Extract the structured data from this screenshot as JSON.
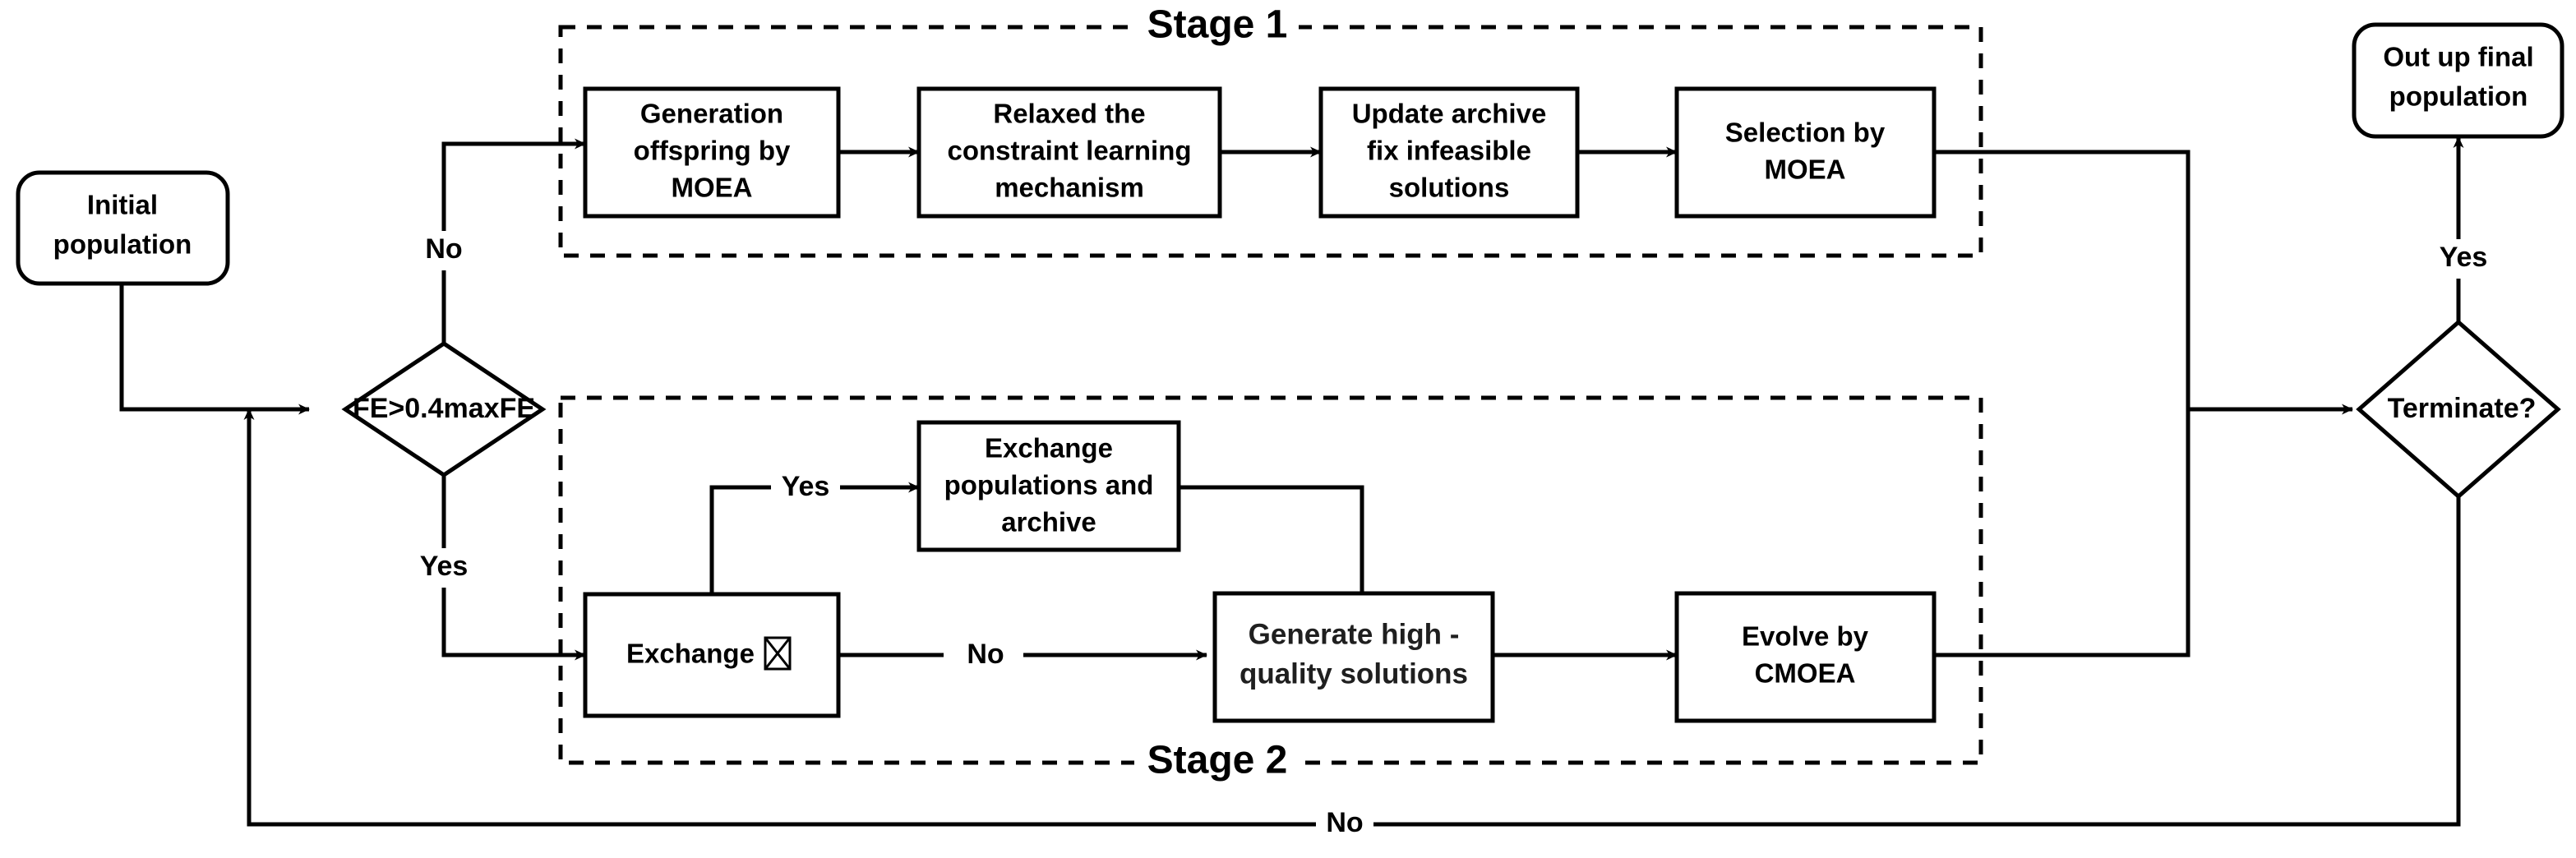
{
  "diagram": {
    "title": "Two-stage constrained multi-objective evolutionary algorithm flowchart",
    "type": "flowchart",
    "background_color": "#ffffff",
    "line_color": "#000000"
  },
  "stages": {
    "stage1": {
      "label": "Stage 1"
    },
    "stage2": {
      "label": "Stage 2"
    }
  },
  "nodes": {
    "initial_population": {
      "label_line1": "Initial",
      "label_line2": "population",
      "shape": "rounded-rect"
    },
    "decision_fe": {
      "label": "FE>0.4maxFE",
      "shape": "diamond"
    },
    "generation_offspring": {
      "label_line1": "Generation",
      "label_line2": "offspring by",
      "label_line3": "MOEA",
      "shape": "rect"
    },
    "relaxed_constraint": {
      "label_line1": "Relaxed the",
      "label_line2": "constraint learning",
      "label_line3": "mechanism",
      "shape": "rect"
    },
    "update_archive": {
      "label_line1": "Update archive",
      "label_line2": "fix infeasible",
      "label_line3": "solutions",
      "shape": "rect"
    },
    "selection_moea": {
      "label_line1": "Selection by",
      "label_line2": "MOEA",
      "shape": "rect"
    },
    "exchange_decision": {
      "label": "Exchange",
      "glyph": "missing-glyph-box",
      "shape": "rect"
    },
    "exchange_populations": {
      "label_line1": "Exchange",
      "label_line2": "populations and",
      "label_line3": "archive",
      "shape": "rect"
    },
    "generate_high_quality": {
      "label_line1": "Generate high -",
      "label_line2": "quality solutions",
      "shape": "rect"
    },
    "evolve_cmoea": {
      "label_line1": "Evolve by",
      "label_line2": "CMOEA",
      "shape": "rect"
    },
    "terminate_decision": {
      "label": "Terminate?",
      "shape": "diamond"
    },
    "output_population": {
      "label_line1": "Out up final",
      "label_line2": "population",
      "shape": "rounded-rect"
    }
  },
  "edge_labels": {
    "fe_no": "No",
    "fe_yes": "Yes",
    "exchange_yes": "Yes",
    "exchange_no": "No",
    "terminate_yes": "Yes",
    "terminate_no": "No"
  }
}
